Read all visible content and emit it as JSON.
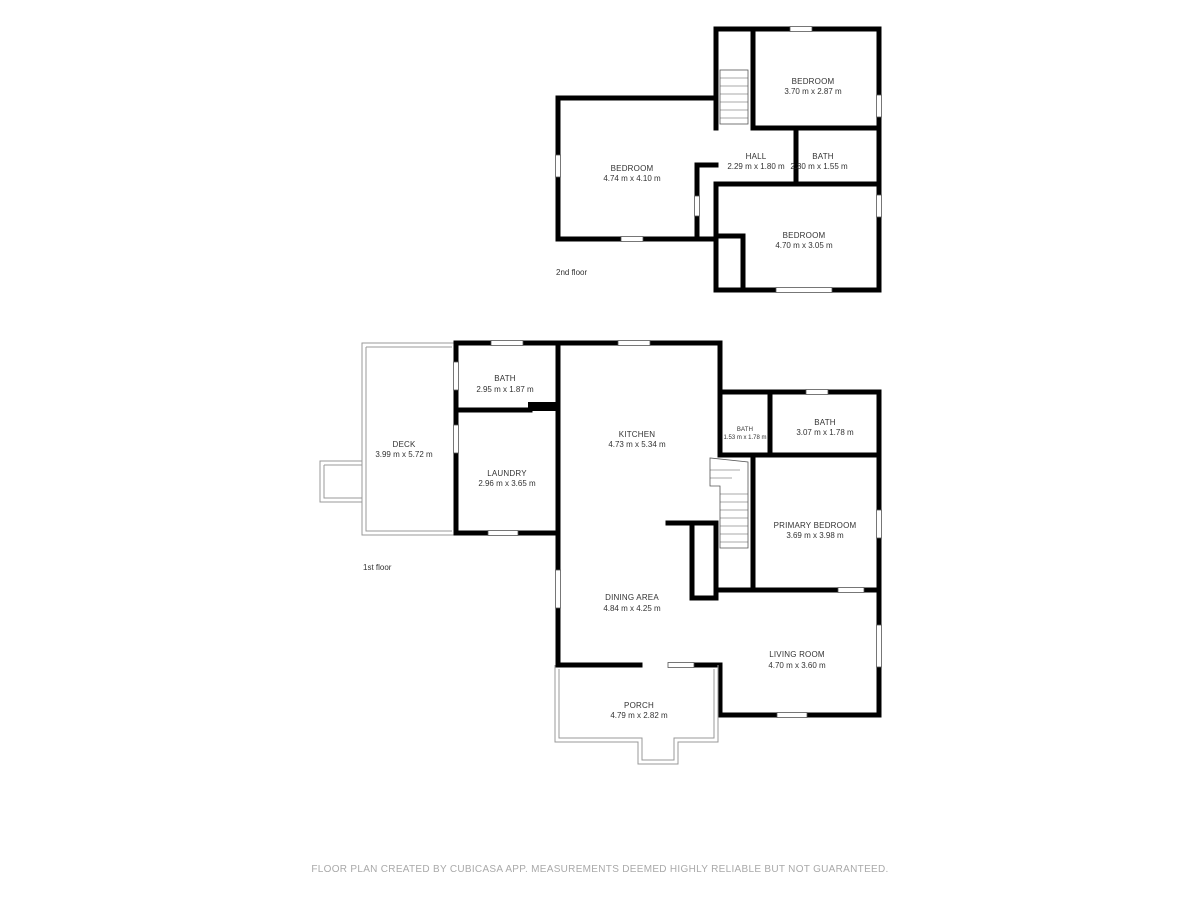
{
  "floors": [
    {
      "id": "second",
      "label": "2nd floor"
    },
    {
      "id": "first",
      "label": "1st floor"
    }
  ],
  "rooms": [
    {
      "id": "bedroom-upper-right",
      "name": "BEDROOM",
      "dims": "3.70 m x 2.87 m"
    },
    {
      "id": "bedroom-upper-left",
      "name": "BEDROOM",
      "dims": "4.74 m x 4.10 m"
    },
    {
      "id": "hall",
      "name": "HALL",
      "dims": "2.29 m x 1.80 m"
    },
    {
      "id": "bath-upper",
      "name": "BATH",
      "dims": "2.30 m x 1.55 m"
    },
    {
      "id": "bedroom-lower-right",
      "name": "BEDROOM",
      "dims": "4.70 m x 3.05 m"
    },
    {
      "id": "bath-first-left",
      "name": "BATH",
      "dims": "2.95 m x 1.87 m"
    },
    {
      "id": "deck",
      "name": "DECK",
      "dims": "3.99 m x 5.72 m"
    },
    {
      "id": "laundry",
      "name": "LAUNDRY",
      "dims": "2.96 m x 3.65 m"
    },
    {
      "id": "kitchen",
      "name": "KITCHEN",
      "dims": "4.73 m x 5.34 m"
    },
    {
      "id": "bath-small",
      "name": "BATH",
      "dims": "1.53 m x 1.78 m"
    },
    {
      "id": "bath-first-right",
      "name": "BATH",
      "dims": "3.07 m x 1.78 m"
    },
    {
      "id": "primary-bedroom",
      "name": "PRIMARY BEDROOM",
      "dims": "3.69 m x 3.98 m"
    },
    {
      "id": "dining-area",
      "name": "DINING AREA",
      "dims": "4.84 m x 4.25 m"
    },
    {
      "id": "living-room",
      "name": "LIVING ROOM",
      "dims": "4.70 m x 3.60 m"
    },
    {
      "id": "porch",
      "name": "PORCH",
      "dims": "4.79 m x 2.82 m"
    }
  ],
  "footer": "FLOOR PLAN CREATED BY CUBICASA APP. MEASUREMENTS DEEMED HIGHLY RELIABLE BUT NOT GUARANTEED."
}
